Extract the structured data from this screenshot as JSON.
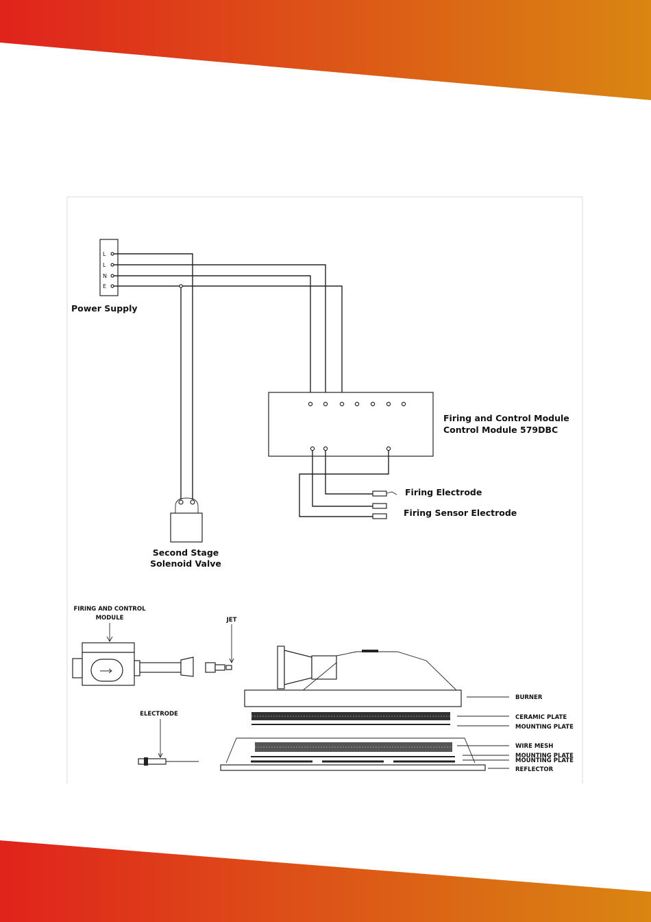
{
  "colors": {
    "banner_start": "#e0231c",
    "banner_end": "#d98612",
    "line": "#222222"
  },
  "power_supply": {
    "label": "Power Supply",
    "terminals": [
      "L",
      "L",
      "N",
      "E"
    ]
  },
  "control_module": {
    "line1": "Firing and Control Module",
    "line2": "Control Module 579DBC"
  },
  "electrodes": {
    "firing": "Firing Electrode",
    "sensor": "Firing Sensor Electrode"
  },
  "valve": {
    "line1": "Second Stage",
    "line2": "Solenoid Valve"
  },
  "exploded": {
    "module_line1": "FIRING AND CONTROL",
    "module_line2": "MODULE",
    "jet": "JET",
    "electrode": "ELECTRODE",
    "parts": [
      "BURNER",
      "CERAMIC PLATE",
      "MOUNTING PLATE",
      "WIRE MESH",
      "MOUNTING PLATE",
      "MOUNTING PLATE",
      "REFLECTOR"
    ]
  }
}
